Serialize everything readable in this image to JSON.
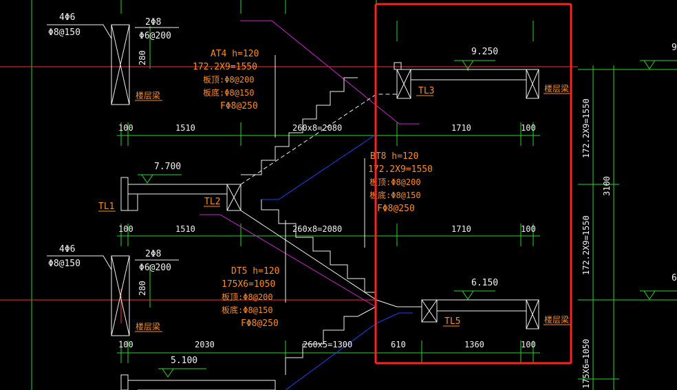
{
  "colors": {
    "background": "#000000",
    "white": "#f2f2f2",
    "green": "#22dd22",
    "magenta": "#d020d0",
    "blue": "#2040ff",
    "orange": "#ff8c1a",
    "red": "#ff3030",
    "highlight": "#ff2020"
  },
  "upper_section": {
    "rebar_top": "4Φ6",
    "rebar_stirrup": "Φ8@150",
    "beam_top_bar": "2Φ8",
    "beam_stirrup": "Φ6@200",
    "beam_height": "280",
    "floor_beam": "楼层梁"
  },
  "lower_section": {
    "rebar_top": "4Φ6",
    "rebar_stirrup": "Φ8@150",
    "beam_top_bar": "2Φ8",
    "beam_stirrup": "Φ6@200",
    "beam_height": "280",
    "floor_beam": "楼层梁"
  },
  "at4": {
    "title": "AT4  h=120",
    "steps": "172.2X9=1550",
    "top_rebar": "板顶:Φ8@200",
    "bottom_rebar": "板底:Φ8@150",
    "dist_rebar": "FΦ8@250"
  },
  "bt8": {
    "title": "BT8  h=120",
    "steps": "172.2X9=1550",
    "top_rebar": "板顶:Φ8@200",
    "bottom_rebar": "板底:Φ8@150",
    "dist_rebar": "FΦ8@250"
  },
  "dt5": {
    "title": "DT5  h=120",
    "steps": "175X6=1050",
    "top_rebar": "板顶:Φ8@200",
    "bottom_rebar": "板底:Φ8@150",
    "dist_rebar": "FΦ8@250"
  },
  "elevations": {
    "e9250": "9.250",
    "e7700": "7.700",
    "e6150": "6.150",
    "e5100": "5.100",
    "right_top": "9",
    "right_bottom": "6"
  },
  "beam_labels": {
    "tl1": "TL1",
    "tl2": "TL2",
    "tl3": "TL3",
    "tl5": "TL5",
    "floor_beam_upper": "楼层梁",
    "floor_beam_lower": "楼层梁"
  },
  "dims_row1": {
    "a": "100",
    "b": "1510",
    "c": "260x8=2080",
    "d": "1710",
    "e": "100"
  },
  "dims_row2": {
    "a": "100",
    "b": "1510",
    "c": "260x8=2080",
    "d": "1710",
    "e": "100"
  },
  "dims_row3": {
    "a": "100",
    "b": "2030",
    "c": "260x5=1300",
    "d": "610",
    "e": "1360",
    "f": "100"
  },
  "vertical_dims": {
    "v1": "172.2X9=1550",
    "v2": "3100",
    "v3": "172.2X9=1550",
    "v4": "175X6=1050"
  }
}
